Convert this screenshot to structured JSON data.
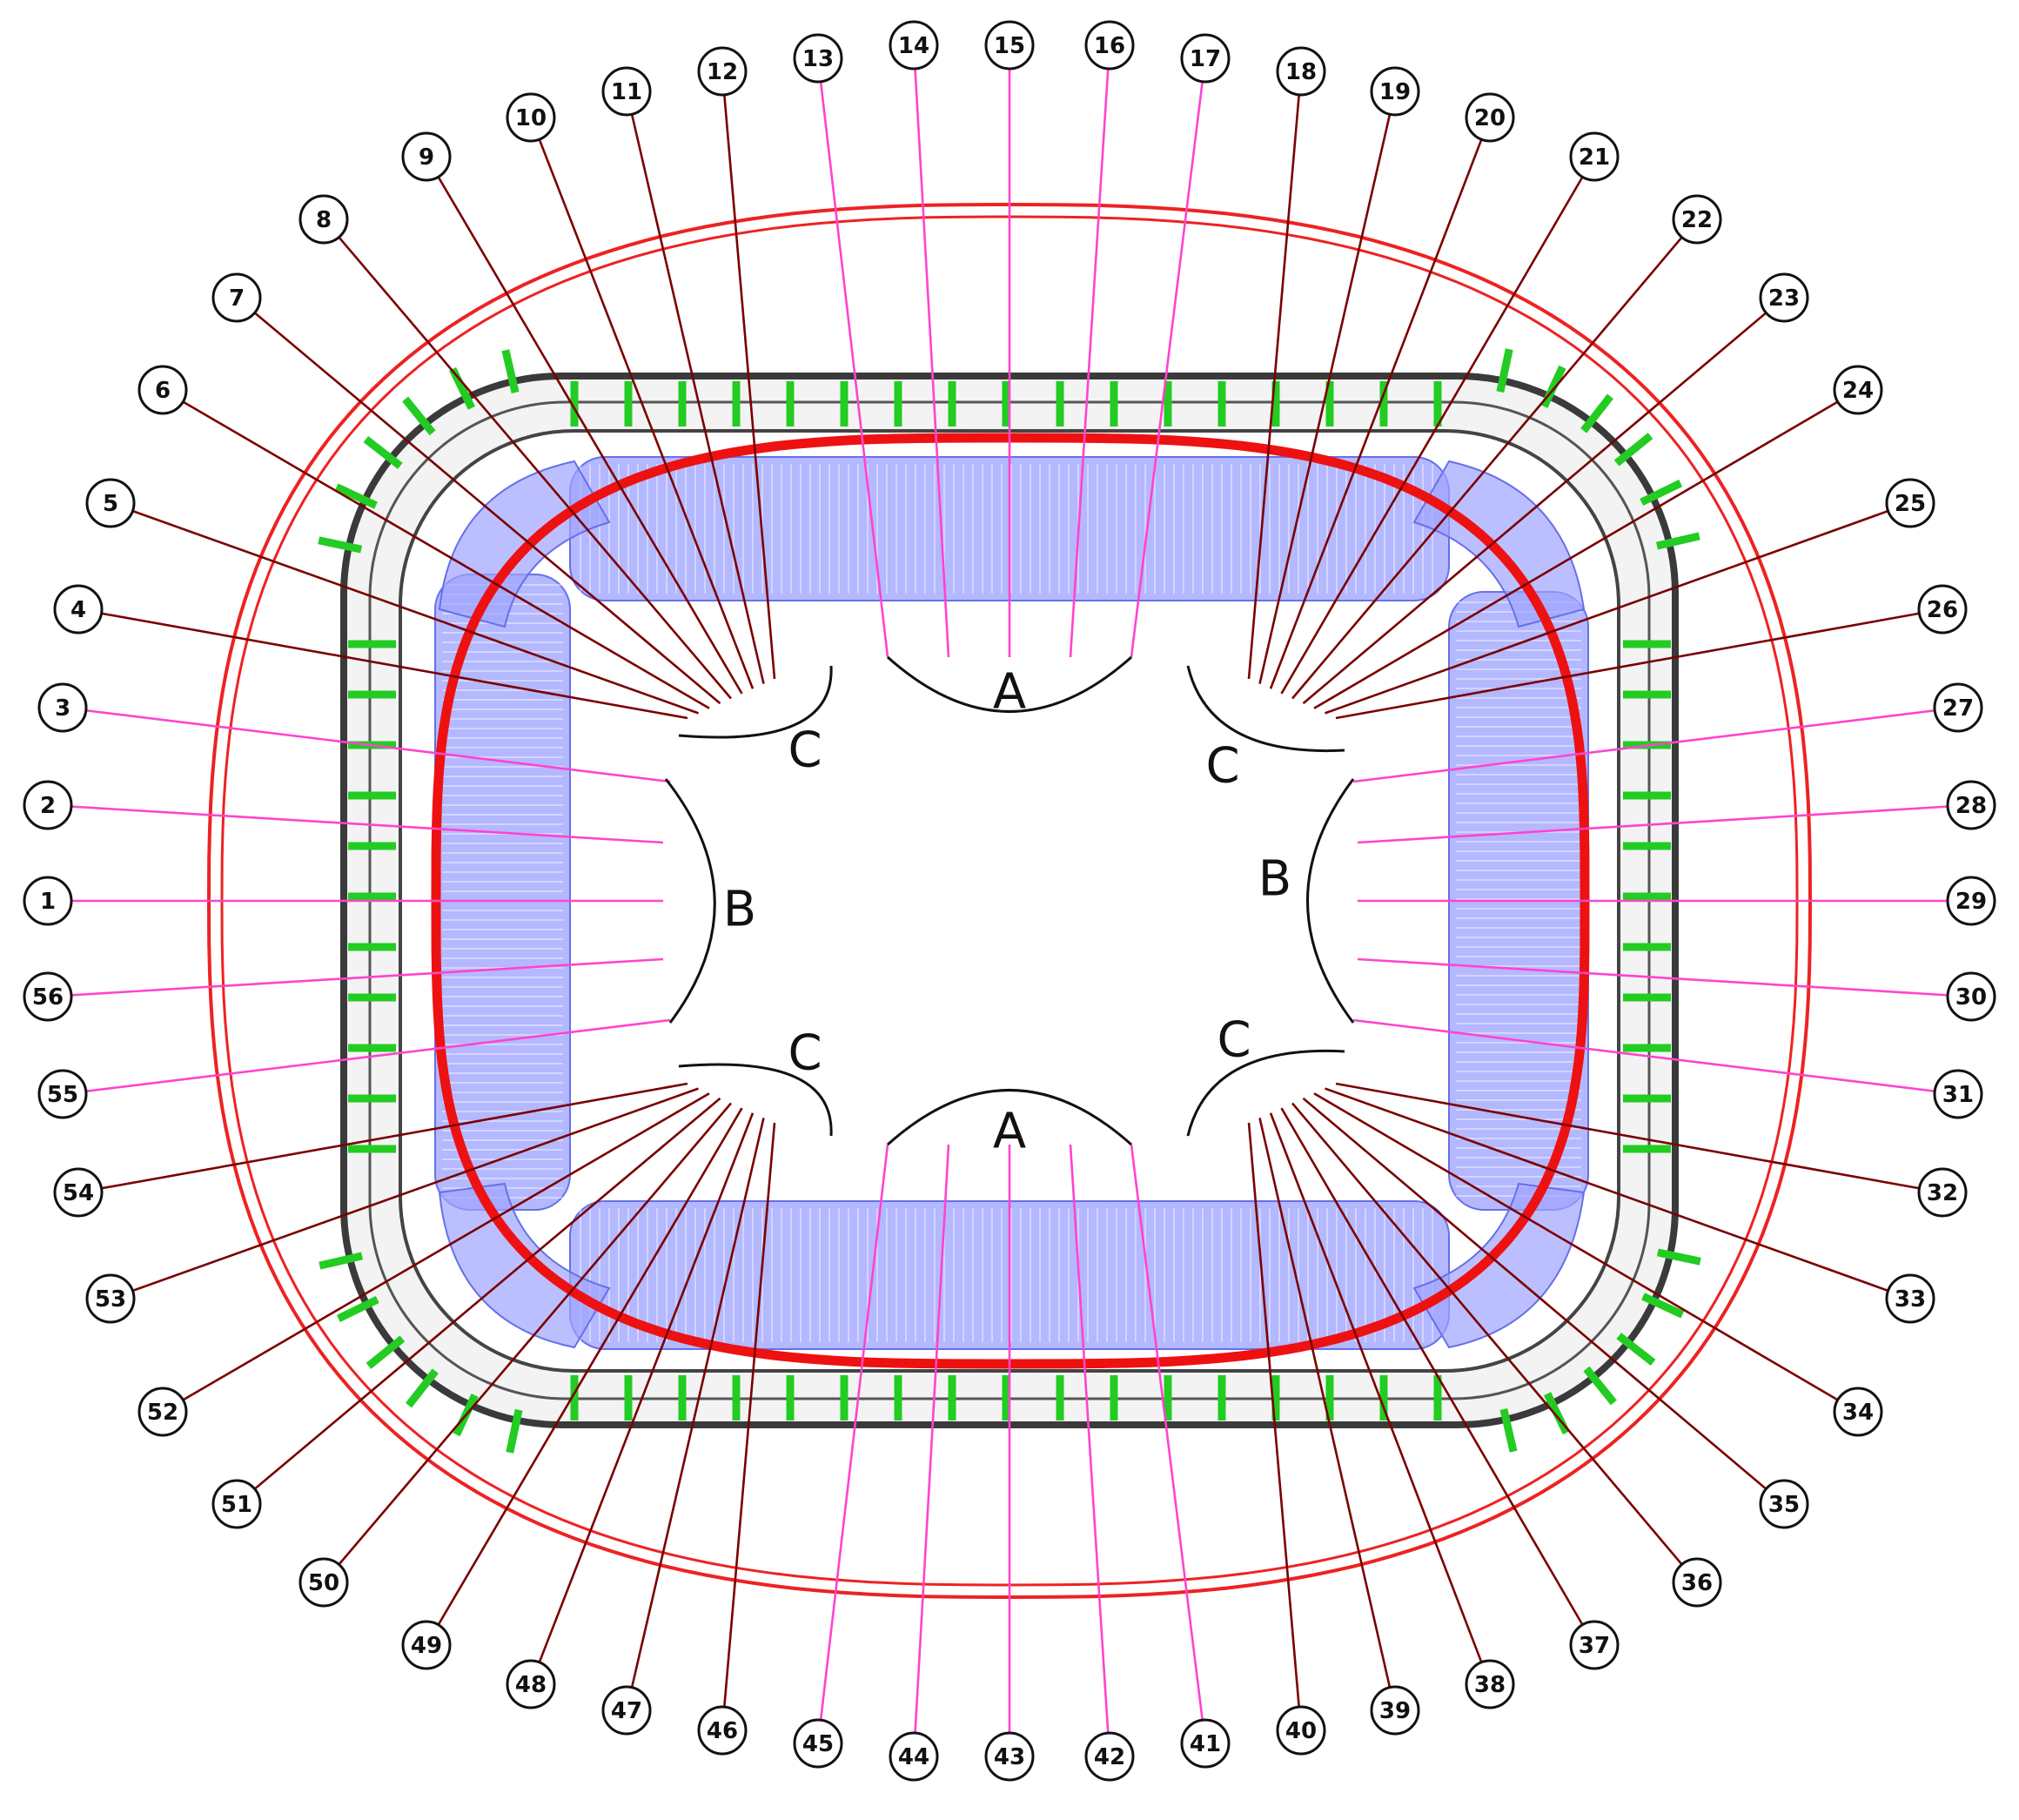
{
  "diagram": {
    "zones": [
      {
        "id": "A-top",
        "label": "A"
      },
      {
        "id": "A-bottom",
        "label": "A"
      },
      {
        "id": "B-left",
        "label": "B"
      },
      {
        "id": "B-right",
        "label": "B"
      },
      {
        "id": "C-top-left",
        "label": "C"
      },
      {
        "id": "C-top-right",
        "label": "C"
      },
      {
        "id": "C-bottom-left",
        "label": "C"
      },
      {
        "id": "C-bottom-right",
        "label": "C"
      }
    ],
    "sensors": [
      "1",
      "2",
      "3",
      "4",
      "5",
      "6",
      "7",
      "8",
      "9",
      "10",
      "11",
      "12",
      "13",
      "14",
      "15",
      "16",
      "17",
      "18",
      "19",
      "20",
      "21",
      "22",
      "23",
      "24",
      "25",
      "26",
      "27",
      "28",
      "29",
      "30",
      "31",
      "32",
      "33",
      "34",
      "35",
      "36",
      "37",
      "38",
      "39",
      "40",
      "41",
      "42",
      "43",
      "44",
      "45",
      "46",
      "47",
      "48",
      "49",
      "50",
      "51",
      "52",
      "53",
      "54",
      "55",
      "56"
    ],
    "colors": {
      "outer_ring": "#ee2222",
      "inner_ring": "#ee1111",
      "stands": "#9fa4ff",
      "stands_stroke": "#6670e8",
      "structure": "#3a3a3a",
      "ribs": "#22cc22",
      "leader_pink": "#ff44cc",
      "leader_dark": "#7a0000",
      "text": "#111111"
    }
  }
}
